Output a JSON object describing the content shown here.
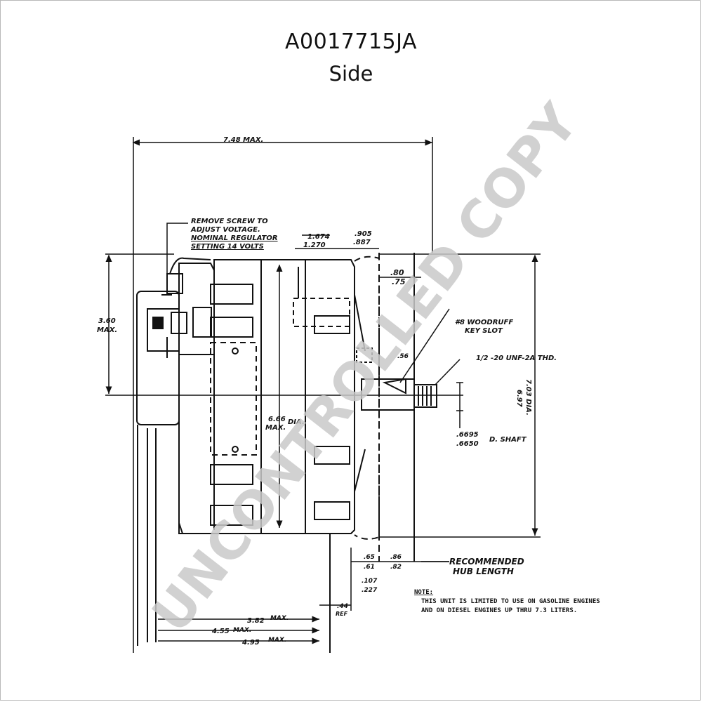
{
  "document": {
    "part_number": "A0017715JA",
    "view": "Side"
  },
  "watermark": "UNCONTROLLED COPY",
  "dimensions": {
    "overall_length": "7.48 MAX.",
    "height_upper": "3.60",
    "height_upper_max": "MAX.",
    "body_dia": "6.66",
    "body_dia_suffix": "DIA.",
    "body_dia_max": "MAX.",
    "pulley_dia_a": "7.03 DIA.",
    "pulley_dia_b": "6.97",
    "dim_1674_top": "1.674",
    "dim_1674_bot": "1.270",
    "dim_905_top": ".905",
    "dim_905_bot": ".887",
    "dim_80_top": ".80",
    "dim_80_bot": ".75",
    "dim_56": ".56",
    "dim_65_top": ".65",
    "dim_65_bot": ".61",
    "dim_86_top": ".86",
    "dim_86_bot": ".82",
    "dim_107_top": ".107",
    "dim_107_bot": ".227",
    "dim_44_top": ".44",
    "dim_44_bot": "REF",
    "mount_a": "3.82",
    "mount_a_max": "MAX.",
    "mount_b": "4.55",
    "mount_b_max": "MAX.",
    "mount_c": "4.95",
    "mount_c_max": "MAX."
  },
  "callouts": {
    "remove_screw_1": "REMOVE SCREW TO",
    "remove_screw_2": "ADJUST VOLTAGE.",
    "remove_screw_3": "NOMINAL REGULATOR",
    "remove_screw_4": "SETTING 14 VOLTS",
    "woodruff_1": "#8 WOODRUFF",
    "woodruff_2": "KEY SLOT",
    "thread": "1/2 -20 UNF-2A THD.",
    "shaft_top": ".6695",
    "shaft_bot": ".6650",
    "shaft_label": "D. SHAFT",
    "hub_1": "RECOMMENDED",
    "hub_2": "HUB LENGTH"
  },
  "note": {
    "heading": "NOTE:",
    "line1": "THIS UNIT IS LIMITED TO USE ON GASOLINE ENGINES",
    "line2": "AND ON DIESEL ENGINES UP THRU 7.3 LITERS."
  }
}
